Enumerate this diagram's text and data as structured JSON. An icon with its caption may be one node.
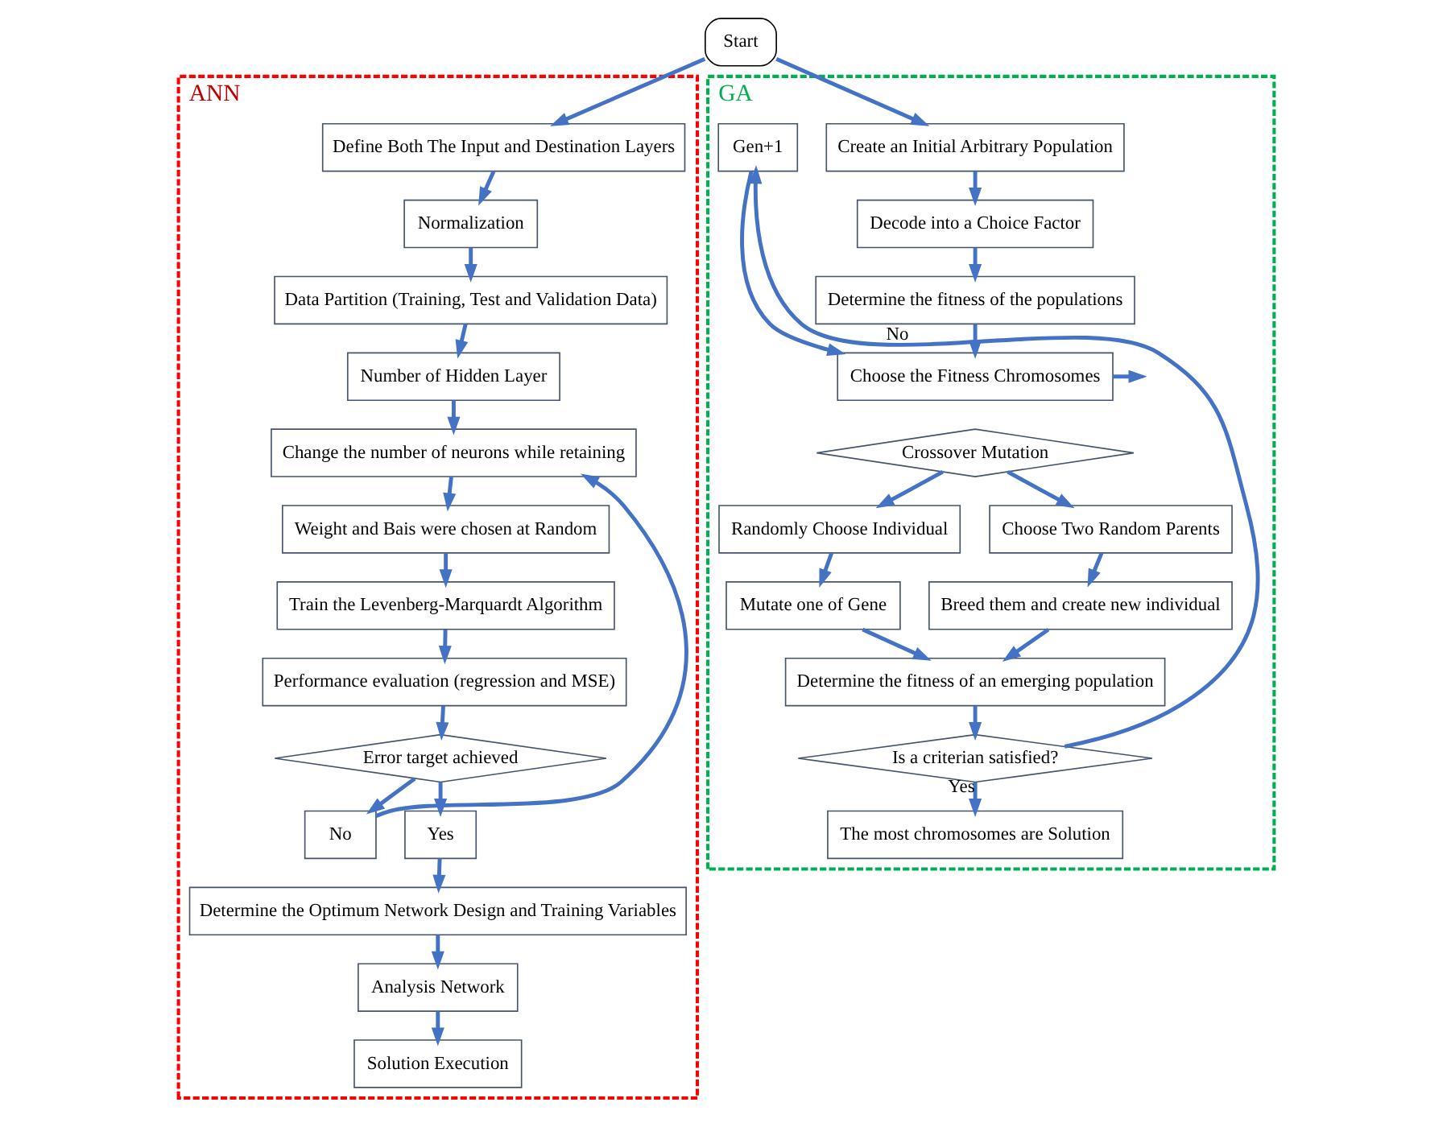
{
  "diagram": {
    "nodes": [
      {
        "text": [
          "Start"
        ]
      },
      {
        "text": [
          "ANN"
        ]
      },
      {
        "text": [
          "GA"
        ]
      },
      {
        "text": [
          "Define Both The Input and Destination Layers"
        ],
        "in": 1
      },
      {
        "text": [
          "Normalization"
        ],
        "in": 1
      },
      {
        "text": [
          "Data Partition (Training, Test and Validation Data)"
        ],
        "in": 1
      },
      {
        "text": [
          "Number of Hidden Layer"
        ],
        "in": 1
      },
      {
        "text": [
          "Change the number of neurons while retaining"
        ],
        "in": 1
      },
      {
        "text": [
          "Weight and Bais were chosen at Random"
        ],
        "in": 1
      },
      {
        "text": [
          "Train the Levenberg-Marquardt Algorithm"
        ],
        "in": 1
      },
      {
        "text": [
          "Performance evaluation (regression and MSE)"
        ],
        "in": 1
      },
      {
        "text": [
          "Error target achieved"
        ],
        "in": 1
      },
      {
        "text": [
          "No"
        ],
        "in": 1
      },
      {
        "text": [
          "Yes"
        ],
        "in": 1
      },
      {
        "text": [
          "Determine the Optimum Network Design and Training Variables"
        ],
        "in": 1
      },
      {
        "text": [
          "Analysis Network"
        ],
        "in": 1
      },
      {
        "text": [
          "Solution Execution"
        ],
        "in": 1
      },
      {
        "text": [
          "Create an Initial Arbitrary Population"
        ],
        "in": 2
      },
      {
        "text": [
          "Decode into a Choice Factor"
        ],
        "in": 2
      },
      {
        "text": [
          "Determine the fitness of the populations"
        ],
        "in": 2
      },
      {
        "text": [
          "Choose the Fitness Chromosomes"
        ],
        "in": 2
      },
      {
        "text": [
          "Gen+1"
        ],
        "in": 2
      },
      {
        "text": [
          "Crossover Mutation"
        ],
        "in": 2
      },
      {
        "text": [
          "Randomly Choose Individual"
        ],
        "in": 2
      },
      {
        "text": [
          "Choose Two Random Parents"
        ],
        "in": 2
      },
      {
        "text": [
          "Mutate one of Gene"
        ],
        "in": 2
      },
      {
        "text": [
          "Breed them and create new individual"
        ],
        "in": 2
      },
      {
        "text": [
          "Determine the fitness of an emerging population"
        ],
        "in": 2
      },
      {
        "text": [
          "Is a criterian satisfied?"
        ],
        "in": 2
      },
      {
        "text": [
          "The most chromosomes are Solution"
        ],
        "in": 2
      }
    ],
    "edges": [
      {
        "from": 0,
        "to": 3,
        "arrow": "to"
      },
      {
        "from": 0,
        "to": 17,
        "arrow": "to"
      },
      {
        "from": 3,
        "to": 4,
        "arrow": "to"
      },
      {
        "from": 4,
        "to": 5,
        "arrow": "to"
      },
      {
        "from": 5,
        "to": 6,
        "arrow": "to"
      },
      {
        "from": 6,
        "to": 7,
        "arrow": "to"
      },
      {
        "from": 7,
        "to": 8,
        "arrow": "to"
      },
      {
        "from": 8,
        "to": 9,
        "arrow": "to"
      },
      {
        "from": 9,
        "to": 10,
        "arrow": "to"
      },
      {
        "from": 10,
        "to": 11,
        "arrow": "to"
      },
      {
        "from": 11,
        "to": 12,
        "arrow": "to"
      },
      {
        "from": 12,
        "to": 7,
        "arrow": "to"
      },
      {
        "from": 11,
        "to": 13,
        "arrow": "to"
      },
      {
        "from": 13,
        "to": 14,
        "arrow": "to"
      },
      {
        "from": 14,
        "to": 15,
        "arrow": "to"
      },
      {
        "from": 15,
        "to": 16,
        "arrow": "to"
      },
      {
        "from": 17,
        "to": 18,
        "arrow": "to"
      },
      {
        "from": 18,
        "to": 19,
        "arrow": "to"
      },
      {
        "from": 19,
        "to": 20,
        "arrow": "to"
      },
      {
        "from": 20,
        "to": null,
        "arrow": "to"
      },
      {
        "from": 21,
        "to": 20,
        "arrow": "to"
      },
      {
        "from": 22,
        "to": 23,
        "arrow": "to"
      },
      {
        "from": 22,
        "to": 24,
        "arrow": "to"
      },
      {
        "from": 23,
        "to": 25,
        "arrow": "to"
      },
      {
        "from": 24,
        "to": 26,
        "arrow": "to"
      },
      {
        "from": 25,
        "to": 27,
        "arrow": "to"
      },
      {
        "from": 26,
        "to": 27,
        "arrow": "to"
      },
      {
        "from": 27,
        "to": 28,
        "arrow": "to"
      },
      {
        "from": 28,
        "to": 29,
        "label": "Yes",
        "arrow": "to"
      },
      {
        "from": 28,
        "to": 21,
        "label": "No",
        "arrow": "to"
      }
    ]
  }
}
